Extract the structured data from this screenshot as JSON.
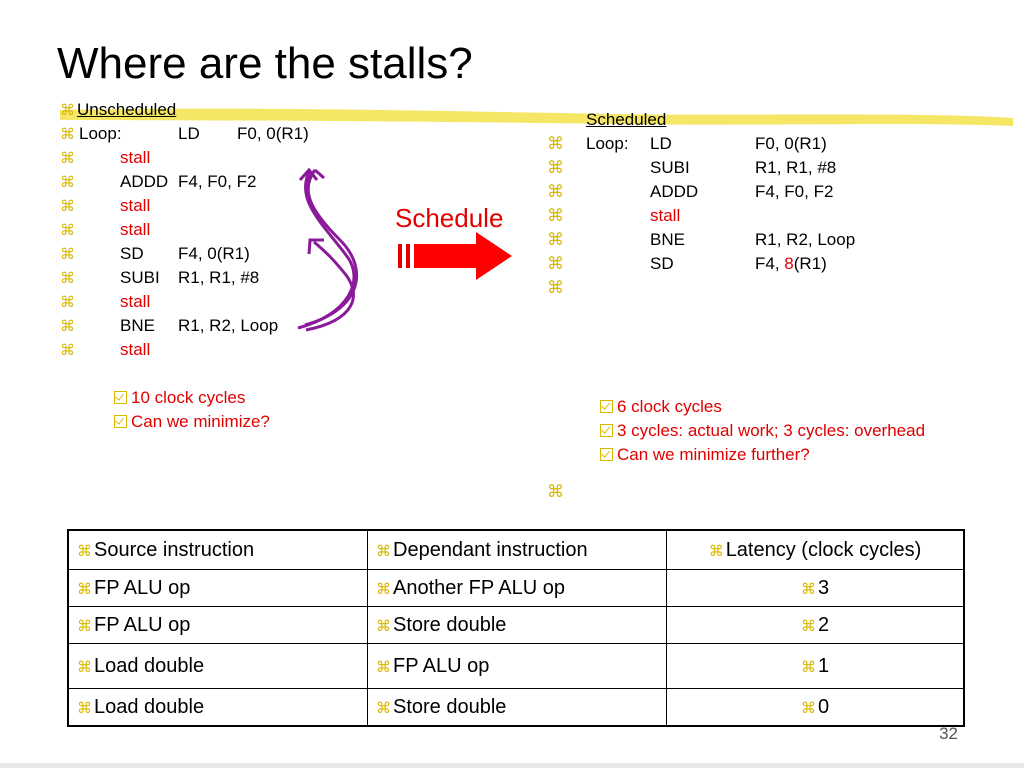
{
  "title": "Where are the stalls?",
  "bullet_glyph": "⌘",
  "unscheduled": {
    "header": "Unscheduled",
    "lines": [
      {
        "a": "Loop:",
        "b": "LD",
        "c": "F0, 0(R1)",
        "red": false
      },
      {
        "a": "",
        "b": "stall",
        "c": "",
        "red": true
      },
      {
        "a": "",
        "b": "ADDD",
        "c": "F4, F0, F2",
        "red": false
      },
      {
        "a": "",
        "b": "stall",
        "c": "",
        "red": true
      },
      {
        "a": "",
        "b": "stall",
        "c": "",
        "red": true
      },
      {
        "a": "",
        "b": "SD",
        "c": "F4, 0(R1)",
        "red": false
      },
      {
        "a": "",
        "b": "SUBI",
        "c": "R1, R1, #8",
        "red": false
      },
      {
        "a": "",
        "b": "stall",
        "c": "",
        "red": true
      },
      {
        "a": "",
        "b": "BNE",
        "c": "R1, R2, Loop",
        "red": false
      },
      {
        "a": "",
        "b": "stall",
        "c": "",
        "red": true
      }
    ],
    "notes": [
      "10 clock cycles",
      "Can we minimize?"
    ]
  },
  "schedule_label": "Schedule",
  "scheduled": {
    "header": "Scheduled",
    "lines": [
      {
        "a": "Loop:",
        "b": "LD",
        "c": "F0, 0(R1)",
        "red": false
      },
      {
        "a": "",
        "b": "SUBI",
        "c": "R1, R1, #8",
        "red": false
      },
      {
        "a": "",
        "b": "ADDD",
        "c": "F4, F0, F2",
        "red": false
      },
      {
        "a": "",
        "b": "stall",
        "c": "",
        "red": true
      },
      {
        "a": "",
        "b": "BNE",
        "c": "R1, R2, Loop",
        "red": false
      },
      {
        "a": "",
        "b": "SD",
        "c": "F4, ",
        "c_red": "8",
        "c_tail": "(R1)",
        "red": false
      },
      {
        "a": "",
        "b": "",
        "c": "",
        "red": false
      }
    ],
    "notes": [
      "6 clock cycles",
      "3 cycles: actual work; 3 cycles: overhead",
      "Can we minimize further?"
    ]
  },
  "table": {
    "header": [
      "Source instruction",
      "Dependant instruction",
      "Latency (clock cycles)"
    ],
    "rows": [
      [
        "FP ALU op",
        "Another FP ALU op",
        "3"
      ],
      [
        "FP ALU op",
        "Store double",
        "2"
      ],
      [
        "Load double",
        "FP ALU op",
        "1"
      ],
      [
        "Load double",
        "Store double",
        "0"
      ]
    ]
  },
  "page_number": "32",
  "colors": {
    "accent_red": "#e00000",
    "bullet_yellow": "#d8b800",
    "arrow_purple": "#8a1a9a",
    "highlight_yellow": "#f5e24a"
  }
}
